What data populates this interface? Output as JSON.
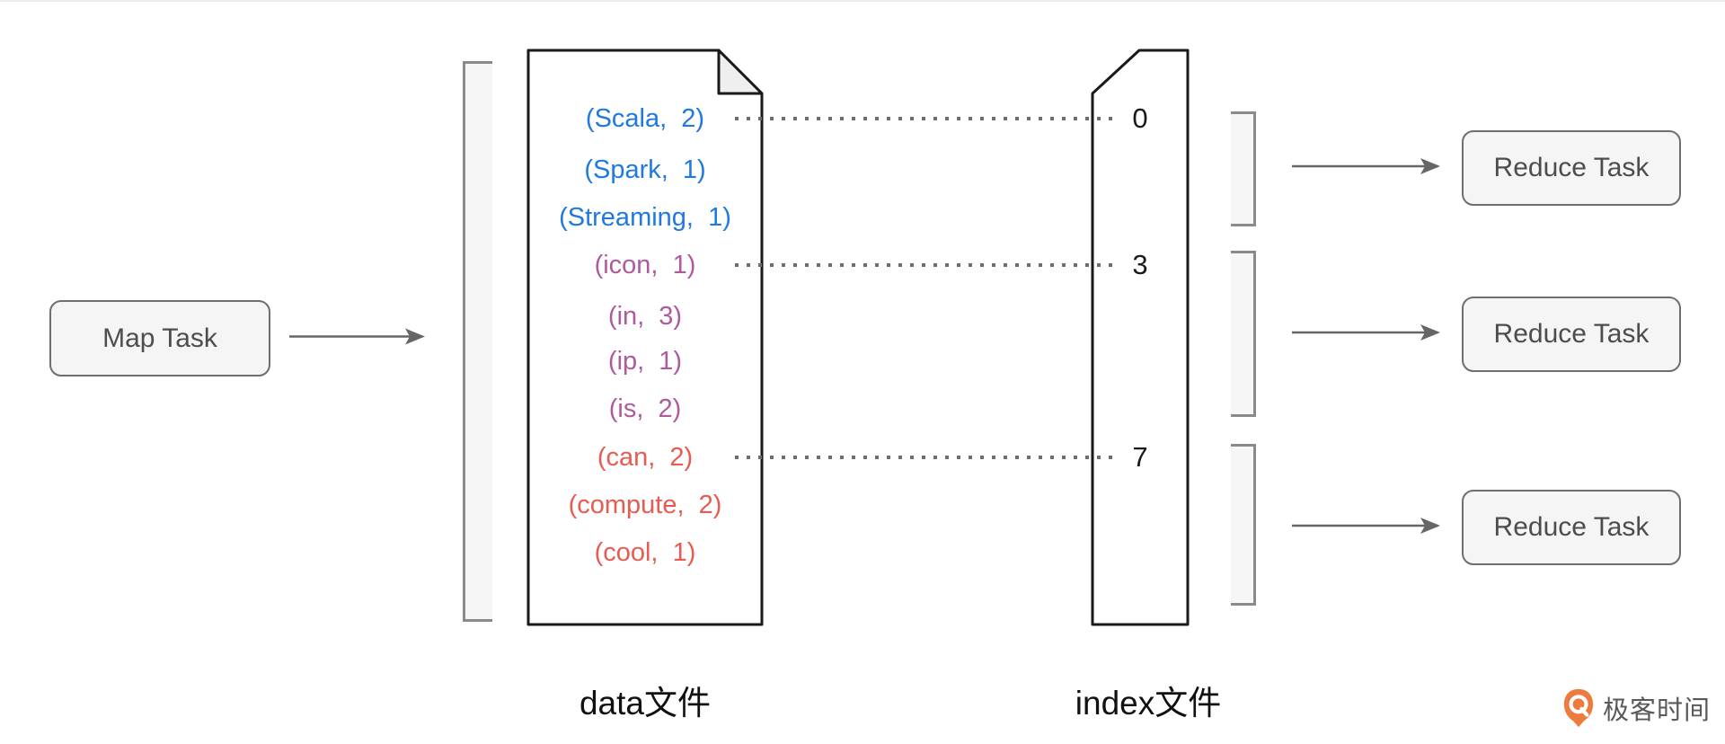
{
  "map_task": {
    "label": "Map Task"
  },
  "data_file": {
    "label": "data文件",
    "records": [
      {
        "text": "(Scala,  2)",
        "color": "blue"
      },
      {
        "text": "(Spark,  1)",
        "color": "blue"
      },
      {
        "text": "(Streaming,  1)",
        "color": "blue"
      },
      {
        "text": "(icon,  1)",
        "color": "purple"
      },
      {
        "text": "(in,  3)",
        "color": "purple"
      },
      {
        "text": "(ip,  1)",
        "color": "purple"
      },
      {
        "text": "(is,  2)",
        "color": "purple"
      },
      {
        "text": "(can,  2)",
        "color": "red"
      },
      {
        "text": "(compute,  2)",
        "color": "red"
      },
      {
        "text": "(cool,  1)",
        "color": "red"
      }
    ]
  },
  "index_file": {
    "label": "index文件",
    "offsets": [
      "0",
      "3",
      "7"
    ]
  },
  "reduce_tasks": [
    {
      "label": "Reduce Task"
    },
    {
      "label": "Reduce Task"
    },
    {
      "label": "Reduce Task"
    }
  ],
  "logo": {
    "text": "极客时间"
  },
  "colors": {
    "blue": "#2079E0",
    "purple": "#AE5A9E",
    "red": "#E95B50",
    "box_fill": "#F5F5F5",
    "box_border": "#6E6E6E",
    "box_text": "#4D4D4D",
    "shape_stroke": "#1A1A1A",
    "bracket": "#8A8A8A",
    "bracket_fill": "#F6F6F6",
    "fold_fill": "#EFEFEF",
    "arrow": "#666666",
    "dot": "#6E6E6E",
    "logo_orange": "#EE7B3E",
    "logo_text": "#595959"
  }
}
